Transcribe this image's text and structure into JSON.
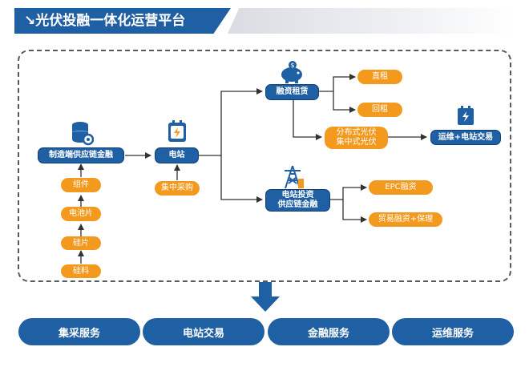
{
  "header": {
    "title": "↘光伏投融一体化运营平台"
  },
  "nodes": {
    "mfg": "制造端供应链金融",
    "component": "组件",
    "cell": "电池片",
    "wafer": "硅片",
    "silicon": "硅料",
    "station": "电站",
    "central_purchase": "集中采购",
    "leasing": "融资租赁",
    "direct_lease": "直租",
    "leaseback": "回租",
    "pv_types": "分布式光伏\n集中式光伏",
    "om_trade": "运维+电站交易",
    "station_invest": "电站投资\n供应链金融",
    "epc": "EPC融资",
    "trade_finance": "贸易融资+保理"
  },
  "bottom": [
    "集采服务",
    "电站交易",
    "金融服务",
    "运维服务"
  ],
  "colors": {
    "blue": "#1f5fa3",
    "orange": "#f39a1e",
    "line": "#333333"
  }
}
